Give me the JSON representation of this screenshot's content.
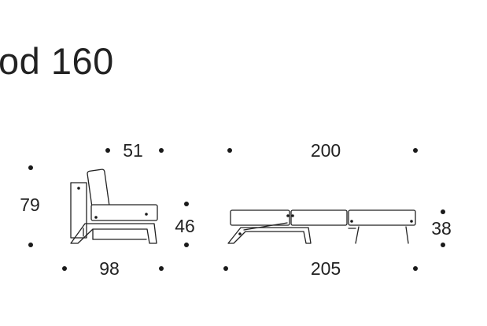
{
  "title": "od 160",
  "dimensions": {
    "sofa_depth_top": "51",
    "sofa_height": "79",
    "sofa_seat_height": "46",
    "sofa_depth_bottom": "98",
    "bed_mattress_length": "200",
    "bed_height": "38",
    "bed_total_length": "205"
  },
  "colors": {
    "line": "#222222",
    "background": "#ffffff"
  }
}
